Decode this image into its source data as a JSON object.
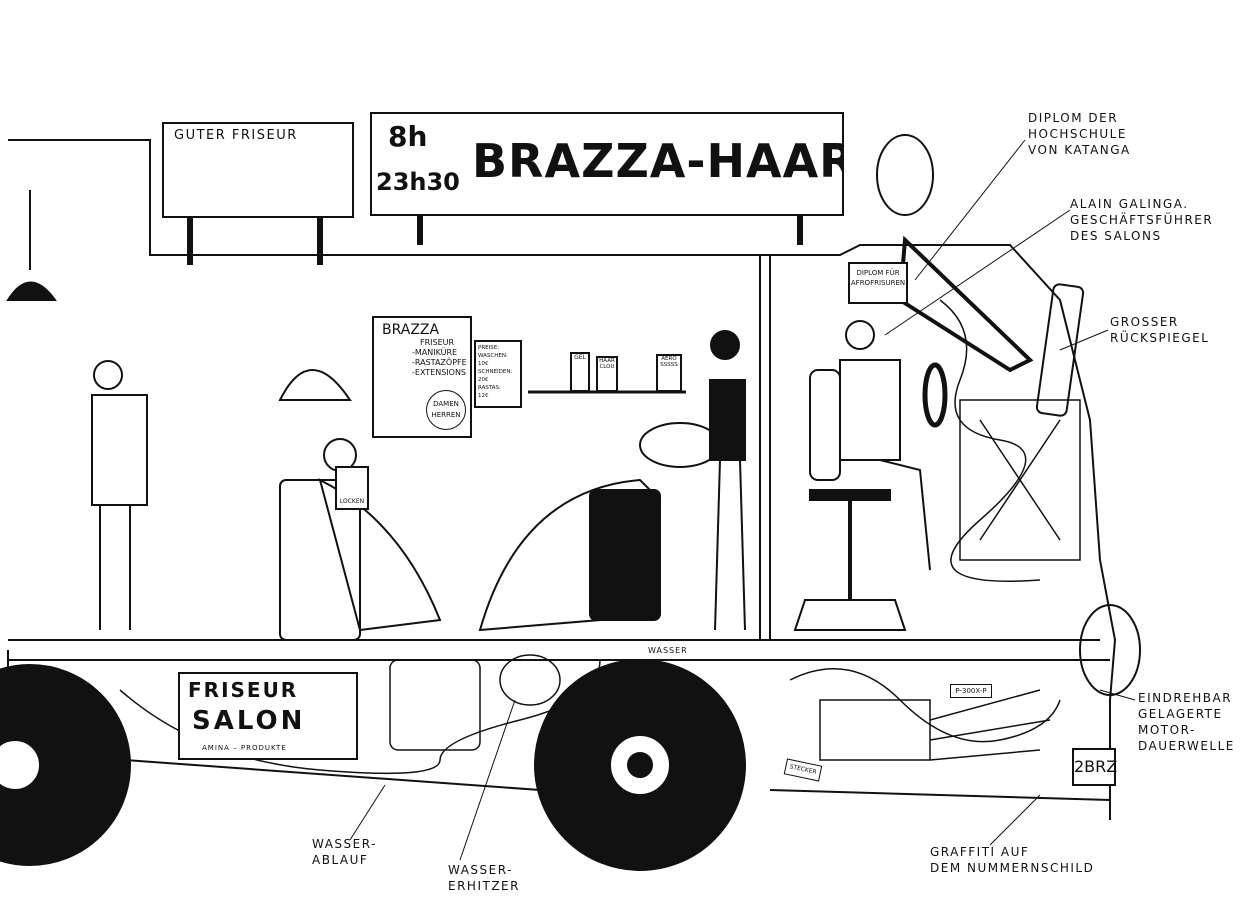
{
  "signs": {
    "guter_friseur": "GUTER FRISEUR",
    "hours_open": "8h",
    "hours_close": "23h30",
    "brazza_haar": "BRAZZA-HAAR",
    "diplom_sign": "DIPLOM FÜR AFROFRISUREN",
    "friseur_salon_1": "FRISEUR",
    "friseur_salon_2": "SALON",
    "amina": "AMINA – PRODUKTE",
    "wasser": "WASSER",
    "p300": "P-300X-P",
    "stecker": "STECKER",
    "plate": "2BRZ"
  },
  "poster": {
    "title": "BRAZZA",
    "subtitle": "FRISEUR",
    "services": [
      "-MANIKÜRE",
      "-RASTAZÖPFE",
      "-EXTENSIONS"
    ],
    "bubble": [
      "DAMEN",
      "HERREN"
    ]
  },
  "prices": {
    "title": "PREISE:",
    "lines": [
      "WASCHEN:",
      "10€",
      "SCHNEIDEN:",
      "20€",
      "RASTAS:",
      "12€"
    ]
  },
  "bottles": [
    "GEL",
    "HAAR CLOU",
    "AERO SSSSS"
  ],
  "magazine": "LOCKEN",
  "annotations": {
    "diplom": [
      "DIPLOM DER",
      "HOCHSCHULE",
      "VON KATANGA"
    ],
    "alain": [
      "ALAIN GALINGA.",
      "GESCHÄFTSFÜHRER",
      "DES SALONS"
    ],
    "spiegel": [
      "GROSSER",
      "RÜCKSPIEGEL"
    ],
    "motor": [
      "EINDREHBAR",
      "GELAGERTE",
      "MOTOR-",
      "DAUERWELLE"
    ],
    "ablauf": [
      "WASSER-",
      "ABLAUF"
    ],
    "erhitzer": [
      "WASSER-",
      "ERHITZER"
    ],
    "graffiti": [
      "GRAFFITI AUF",
      "DEM NUMMERNSCHILD"
    ]
  }
}
